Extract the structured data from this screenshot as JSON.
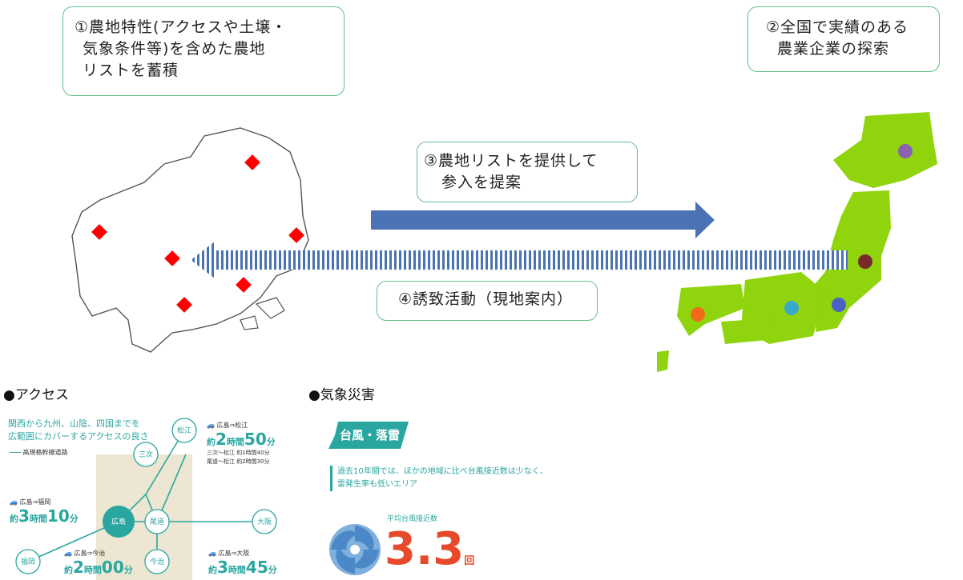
{
  "steps": {
    "step1": [
      "①農地特性(アクセスや土壌・",
      "気象条件等)を含めた農地",
      "リストを蓄積"
    ],
    "step2": [
      "②全国で実績のある",
      "農業企業の探索"
    ],
    "step3": [
      "③農地リストを提供して",
      "参入を提案"
    ],
    "step4": [
      "④誘致活動（現地案内）"
    ]
  },
  "access": {
    "heading": "●アクセス",
    "intro": [
      "関西から九州、山陰、四国までを",
      "広範囲にカバーするアクセスの良さ"
    ],
    "legend": "高規格幹線道路",
    "cities": {
      "matsue": "松江",
      "miyoshi": "三次",
      "hiroshima": "広島",
      "onomichi": "尾道",
      "osaka": "大阪",
      "fukuoka": "福岡",
      "imabari": "今治"
    },
    "routes": {
      "matsue": {
        "label": "広島⇒松江",
        "prefix": "約",
        "h": "2",
        "hu": "時間",
        "m": "50",
        "mu": "分",
        "sub1": "三次～松江 約1時間40分",
        "sub2": "尾道～松江 約2時間30分"
      },
      "fukuoka": {
        "label": "広島⇒福岡",
        "prefix": "約",
        "h": "3",
        "hu": "時間",
        "m": "10",
        "mu": "分"
      },
      "imabari": {
        "label": "広島⇒今治",
        "prefix": "約",
        "h": "2",
        "hu": "時間",
        "m": "00",
        "mu": "分"
      },
      "osaka": {
        "label": "広島⇒大阪",
        "prefix": "約",
        "h": "3",
        "hu": "時間",
        "m": "45",
        "mu": "分"
      }
    }
  },
  "disaster": {
    "heading": "●気象災害",
    "tag": "台風・落雷",
    "desc": [
      "過去10年間では、ほかの地域に比べ台風接近数は少なく、",
      "雷発生率も低いエリア"
    ],
    "stat_label": "平均台風接近数",
    "stat_value": "3.3",
    "stat_unit": "回"
  },
  "colors": {
    "box_border": "#5fc28a",
    "arrow_right": "#4a72b4",
    "arrow_left": "#4a72b4",
    "japan_fill": "#8fd40c",
    "diamond": "#ff0000",
    "accent": "#2aa6a0"
  }
}
